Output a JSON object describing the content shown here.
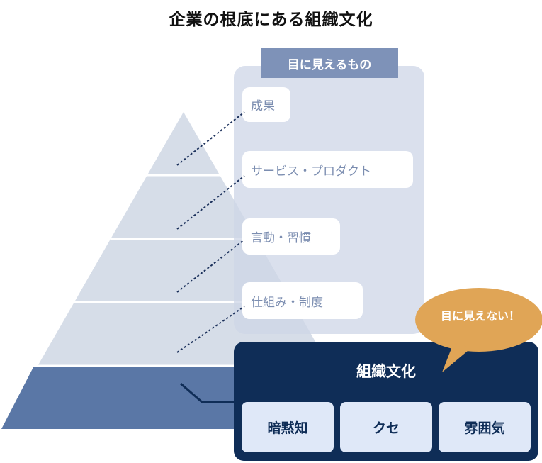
{
  "title": "企業の根底にある組織文化",
  "visible": {
    "header": "目に見えるもの",
    "items": [
      "成果",
      "サービス・プロダクト",
      "言動・習慣",
      "仕組み・制度"
    ]
  },
  "culture": {
    "title": "組織文化",
    "items": [
      "暗黙知",
      "クセ",
      "雰囲気"
    ]
  },
  "bubble": "目に見えない！",
  "colors": {
    "pyramid_light": "#d6dde8",
    "pyramid_base": "#5a77a6",
    "panel": "#cdd6e7",
    "header": "#7e92b8",
    "culture_box": "#0f2d57",
    "culture_item": "#dfe8f8",
    "bubble": "#e0a556"
  }
}
